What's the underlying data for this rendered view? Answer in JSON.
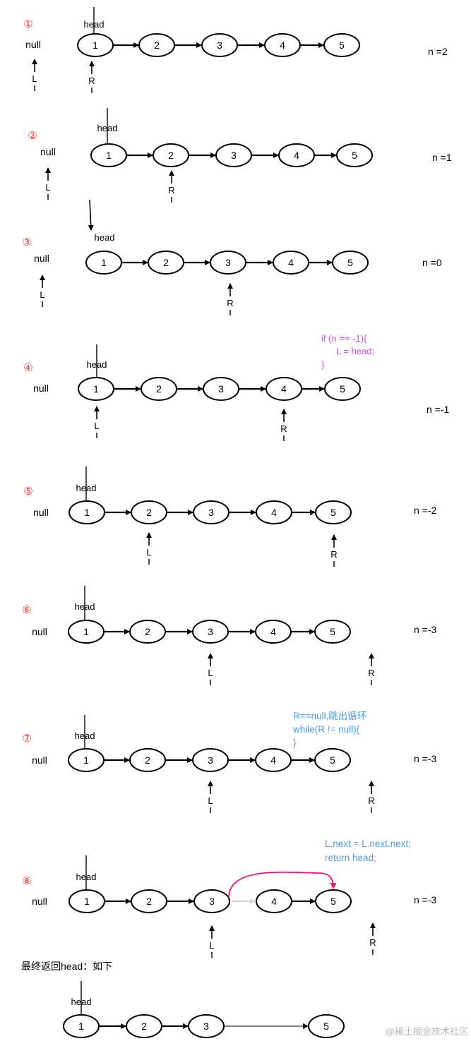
{
  "labels": {
    "null": "null",
    "head": "head",
    "L": "L",
    "R": "R"
  },
  "node_values": [
    "1",
    "2",
    "3",
    "4",
    "5"
  ],
  "steps": [
    {
      "marker": "①",
      "n": "n =2"
    },
    {
      "marker": "②",
      "n": "n =1"
    },
    {
      "marker": "③",
      "n": "n =0"
    },
    {
      "marker": "④",
      "n": "n =-1",
      "note": [
        "if (n == -1){",
        "L = head;",
        "}"
      ]
    },
    {
      "marker": "⑤",
      "n": "n =-2"
    },
    {
      "marker": "⑥",
      "n": "n =-3"
    },
    {
      "marker": "⑦",
      "n": "n =-3",
      "note": [
        "R==null,跳出循环",
        "while(R != null){",
        "}"
      ]
    },
    {
      "marker": "⑧",
      "n": "n =-3",
      "note": [
        "L.next = L.next.next;",
        "return head;"
      ]
    }
  ],
  "final": {
    "caption": "最终返回head：如下",
    "nodes": [
      "1",
      "2",
      "3",
      "5"
    ]
  },
  "watermark": "@稀土掘金技术社区",
  "colors": {
    "step_marker": "#e53935",
    "note_pink": "#e040fb",
    "note_blue": "#4a9de8",
    "redirect_arrow": "#e6177e",
    "skipped_link": "#d6d6d6"
  }
}
